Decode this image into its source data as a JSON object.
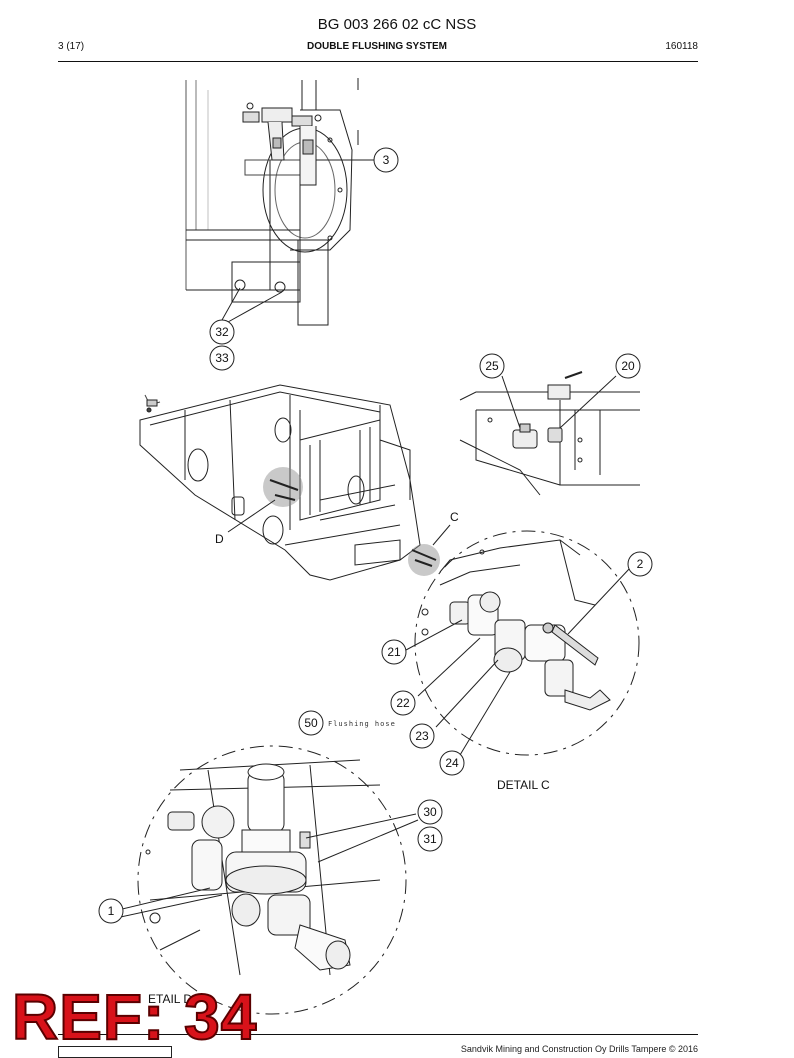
{
  "header": {
    "doc_number": "BG 003 266 02 cC NSS",
    "page": "3 (17)",
    "section_title": "DOUBLE FLUSHING SYSTEM",
    "date_code": "160118"
  },
  "callouts": {
    "c3": "3",
    "c32": "32",
    "c33": "33",
    "c25": "25",
    "c20": "20",
    "c2": "2",
    "c21": "21",
    "c22": "22",
    "c23": "23",
    "c24": "24",
    "c50": "50",
    "c30": "30",
    "c31": "31",
    "c1": "1"
  },
  "labels": {
    "detail_c_marker": "C",
    "detail_d_marker": "D",
    "detail_c": "DETAIL C",
    "detail_d": "ETAIL D",
    "flushing_hose": "Flushing hose"
  },
  "stamp": {
    "text": "REF: 34",
    "color": "#d8121a"
  },
  "footer": {
    "copyright": "Sandvik Mining and Construction Oy Drills Tampere © 2016"
  }
}
